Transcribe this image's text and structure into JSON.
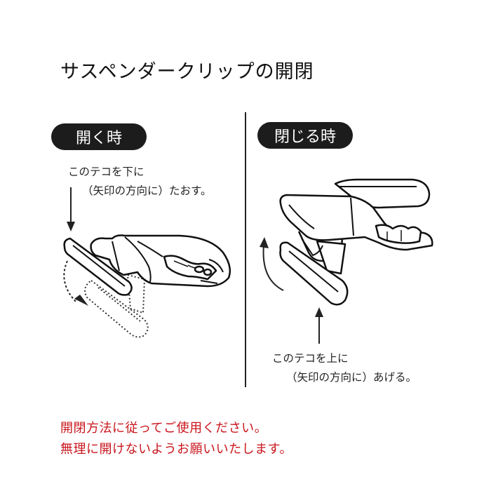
{
  "title": "サスペンダークリップの開閉",
  "open": {
    "badge": "開く時",
    "line1": "このテコを下に",
    "line2": "（矢印の方向に）たおす。"
  },
  "close": {
    "badge": "閉じる時",
    "line1": "このテコを上に",
    "line2": "（矢印の方向に）あげる。"
  },
  "caution": {
    "line1": "開閉方法に従ってご使用ください。",
    "line2": "無理に開けないようお願いいたします。",
    "color": "#c8161d"
  }
}
